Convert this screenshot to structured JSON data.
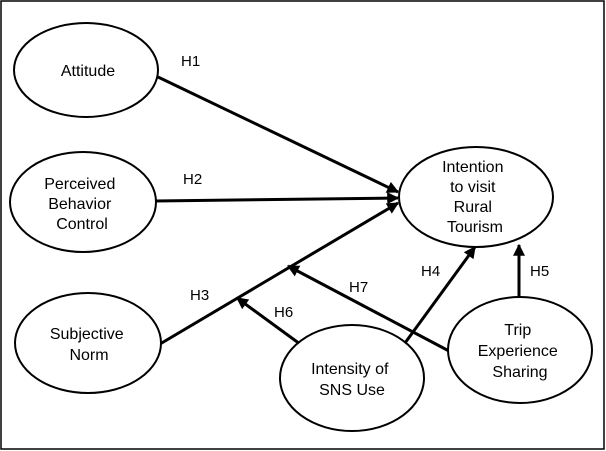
{
  "diagram": {
    "nodes": {
      "attitude": {
        "lines": [
          "Attitude"
        ]
      },
      "pbc": {
        "lines": [
          "Perceived",
          "Behavior",
          "Control"
        ]
      },
      "subjective_norm": {
        "lines": [
          "Subjective",
          "Norm"
        ]
      },
      "intention": {
        "lines": [
          "Intention",
          "to visit",
          "Rural",
          "Tourism"
        ]
      },
      "sns": {
        "lines": [
          "Intensity of",
          "SNS Use"
        ]
      },
      "trip": {
        "lines": [
          "Trip",
          "Experience",
          "Sharing"
        ]
      }
    },
    "hypotheses": {
      "h1": "H1",
      "h2": "H2",
      "h3": "H3",
      "h4": "H4",
      "h5": "H5",
      "h6": "H6",
      "h7": "H7"
    },
    "colors": {
      "stroke": "#000000",
      "fill": "#ffffff",
      "text": "#000000"
    }
  }
}
